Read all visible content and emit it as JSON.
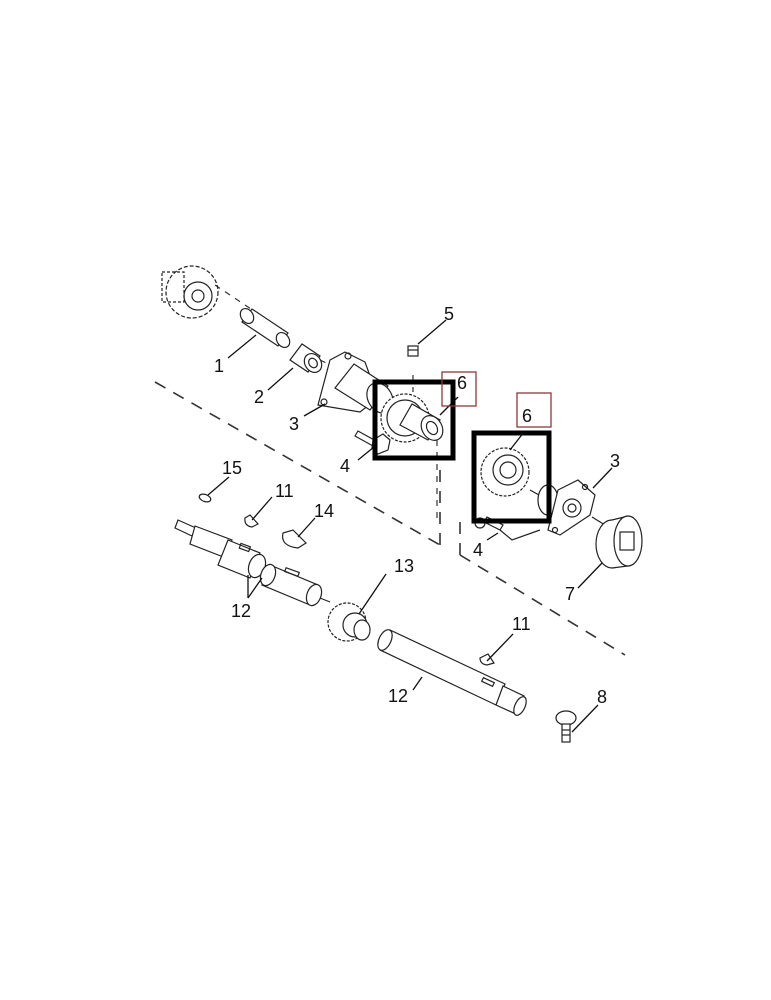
{
  "diagram": {
    "title": "Exploded parts diagram — drive shaft and sprocket assembly",
    "labels": {
      "part_1": "1",
      "part_2": "2",
      "part_3_left": "3",
      "part_3_right": "3",
      "part_4_left": "4",
      "part_4_right": "4",
      "part_5": "5",
      "part_6_left": "6",
      "part_6_right": "6",
      "part_7": "7",
      "part_8": "8",
      "part_11_upper": "11",
      "part_11_lower": "11",
      "part_12_left": "12",
      "part_12_lower": "12",
      "part_13": "13",
      "part_14": "14",
      "part_15": "15"
    },
    "colors": {
      "highlight_box": "#000000",
      "callout_box": "#8b3a3a",
      "line_art": "#222222"
    }
  }
}
